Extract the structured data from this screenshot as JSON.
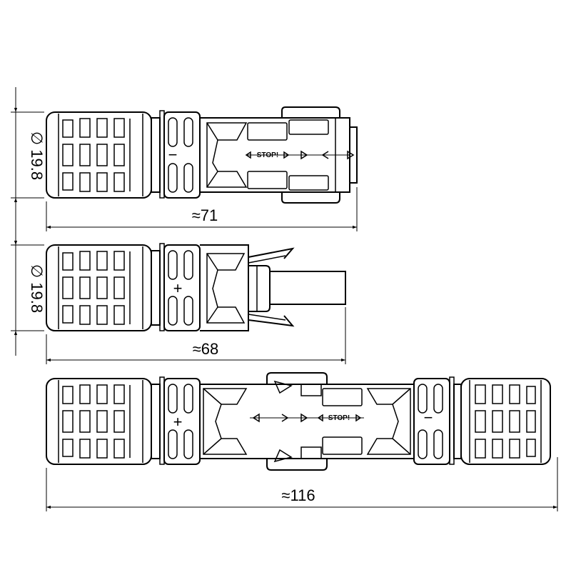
{
  "female_connector": {
    "diameter_label": "∅ 19.8",
    "length_label": "≈71",
    "polarity": "−",
    "stop_label": "STOP!"
  },
  "male_connector": {
    "diameter_label": "∅ 19.8",
    "length_label": "≈68",
    "polarity": "+"
  },
  "mated_pair": {
    "length_label": "≈116",
    "polarity_left": "+",
    "polarity_right": "−",
    "stop_label": "STOP!"
  },
  "colors": {
    "line": "#000000",
    "background": "#ffffff"
  }
}
